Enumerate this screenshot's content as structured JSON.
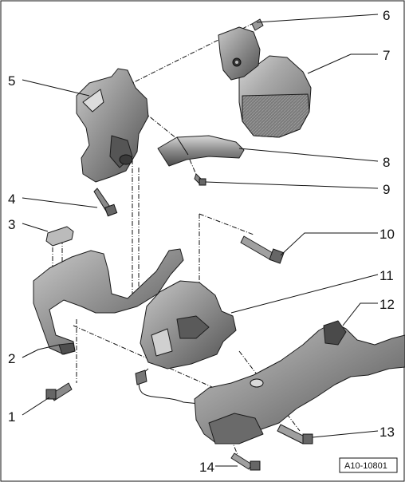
{
  "callouts": [
    "1",
    "2",
    "3",
    "4",
    "5",
    "6",
    "7",
    "8",
    "9",
    "10",
    "11",
    "12",
    "13",
    "14"
  ],
  "reference": "A10-10801",
  "colors": {
    "part_fill": "#8f8f8f",
    "part_dark": "#5e5e5e",
    "part_light": "#c6c6c6",
    "line": "#111111"
  }
}
